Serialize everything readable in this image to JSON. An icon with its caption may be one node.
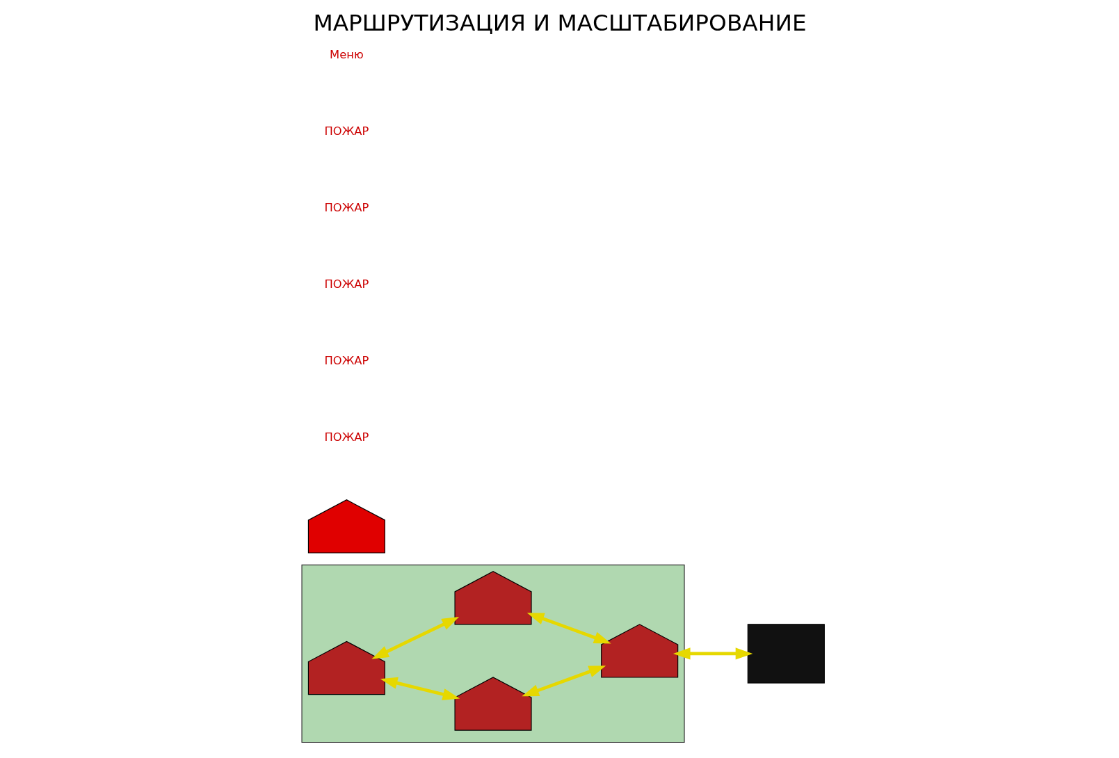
{
  "diagram": {
    "title": "МАРШРУТИЗАЦИЯ И МАСШТАБИРОВАНИЕ",
    "nodes": [
      {
        "text": [],
        "shape": "box"
      },
      {
        "text": [],
        "shape": "picture",
        "in": 0
      },
      {
        "text": [],
        "shape": "picture",
        "in": 0
      },
      {
        "text": [],
        "shape": "picture",
        "in": 0
      },
      {
        "text": [],
        "shape": "picture",
        "in": 0
      },
      {
        "text": [],
        "shape": "picture"
      },
      {
        "text": [],
        "shape": "box"
      }
    ],
    "edges": [
      {
        "from": 1,
        "to": 2,
        "arrow": "both"
      },
      {
        "from": 1,
        "to": 3,
        "arrow": "both"
      },
      {
        "from": 2,
        "to": 4,
        "arrow": "both"
      },
      {
        "from": 3,
        "to": 4,
        "arrow": "both"
      },
      {
        "from": 4,
        "to": 6,
        "arrow": "both"
      }
    ],
    "labels": [
      "ПОЖАР",
      "ПОЖАР",
      "ПОЖАР",
      "ПОЖАР",
      "ПОЖАР",
      "Меню"
    ]
  }
}
